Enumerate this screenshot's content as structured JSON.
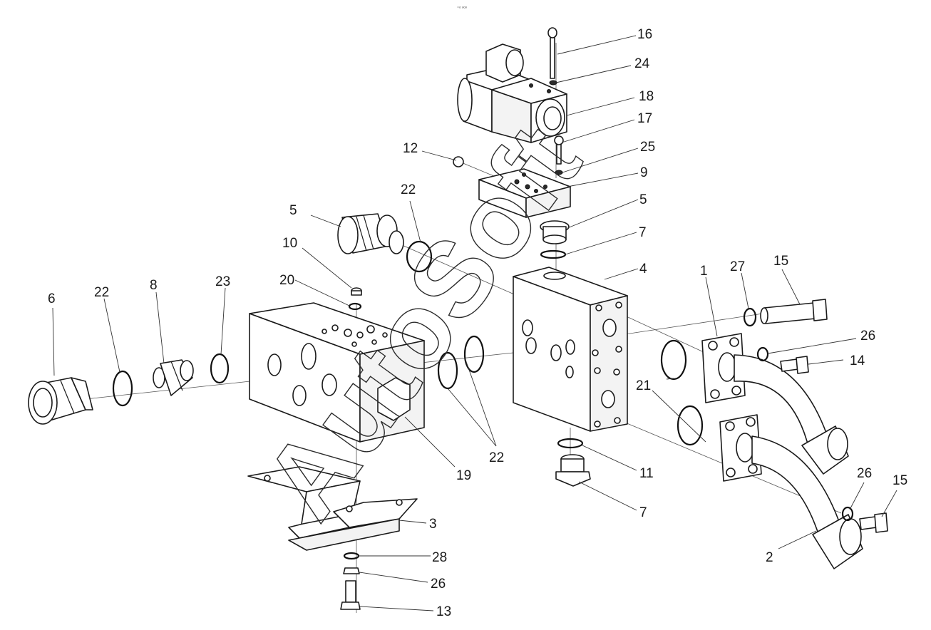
{
  "header_mark": "⁼ᵒ ᵒᵒᵒ",
  "watermark": "AutoSoft",
  "callouts": {
    "c16": "16",
    "c24": "24",
    "c18": "18",
    "c17": "17",
    "c25": "25",
    "c12": "12",
    "c9": "9",
    "c5a": "5",
    "c5b": "5",
    "c7a": "7",
    "c22a": "22",
    "c4": "4",
    "c10": "10",
    "c20": "20",
    "c23": "23",
    "c8": "8",
    "c22b": "22",
    "c6": "6",
    "c1": "1",
    "c27": "27",
    "c15a": "15",
    "c26a": "26",
    "c14": "14",
    "c21": "21",
    "c22c": "22",
    "c19": "19",
    "c11": "11",
    "c7b": "7",
    "c3": "3",
    "c28": "28",
    "c26b": "26",
    "c13": "13",
    "c26c": "26",
    "c15b": "15",
    "c2": "2"
  }
}
